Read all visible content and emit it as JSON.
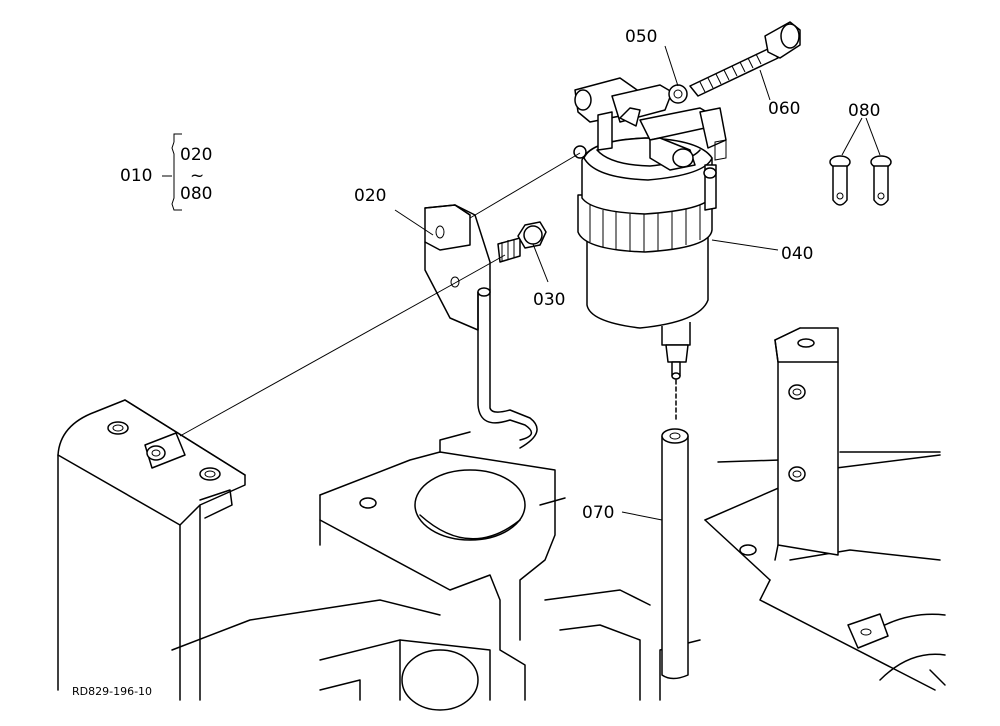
{
  "labels": {
    "assembly": "010",
    "range_start": "020",
    "range_tilde": "~",
    "range_end": "080",
    "bracket": "020",
    "bolt": "030",
    "filter": "040",
    "washer": "050",
    "eye_bolt": "060",
    "pipe": "070",
    "pin": "080"
  },
  "drawing_code": "RD829-196-10"
}
